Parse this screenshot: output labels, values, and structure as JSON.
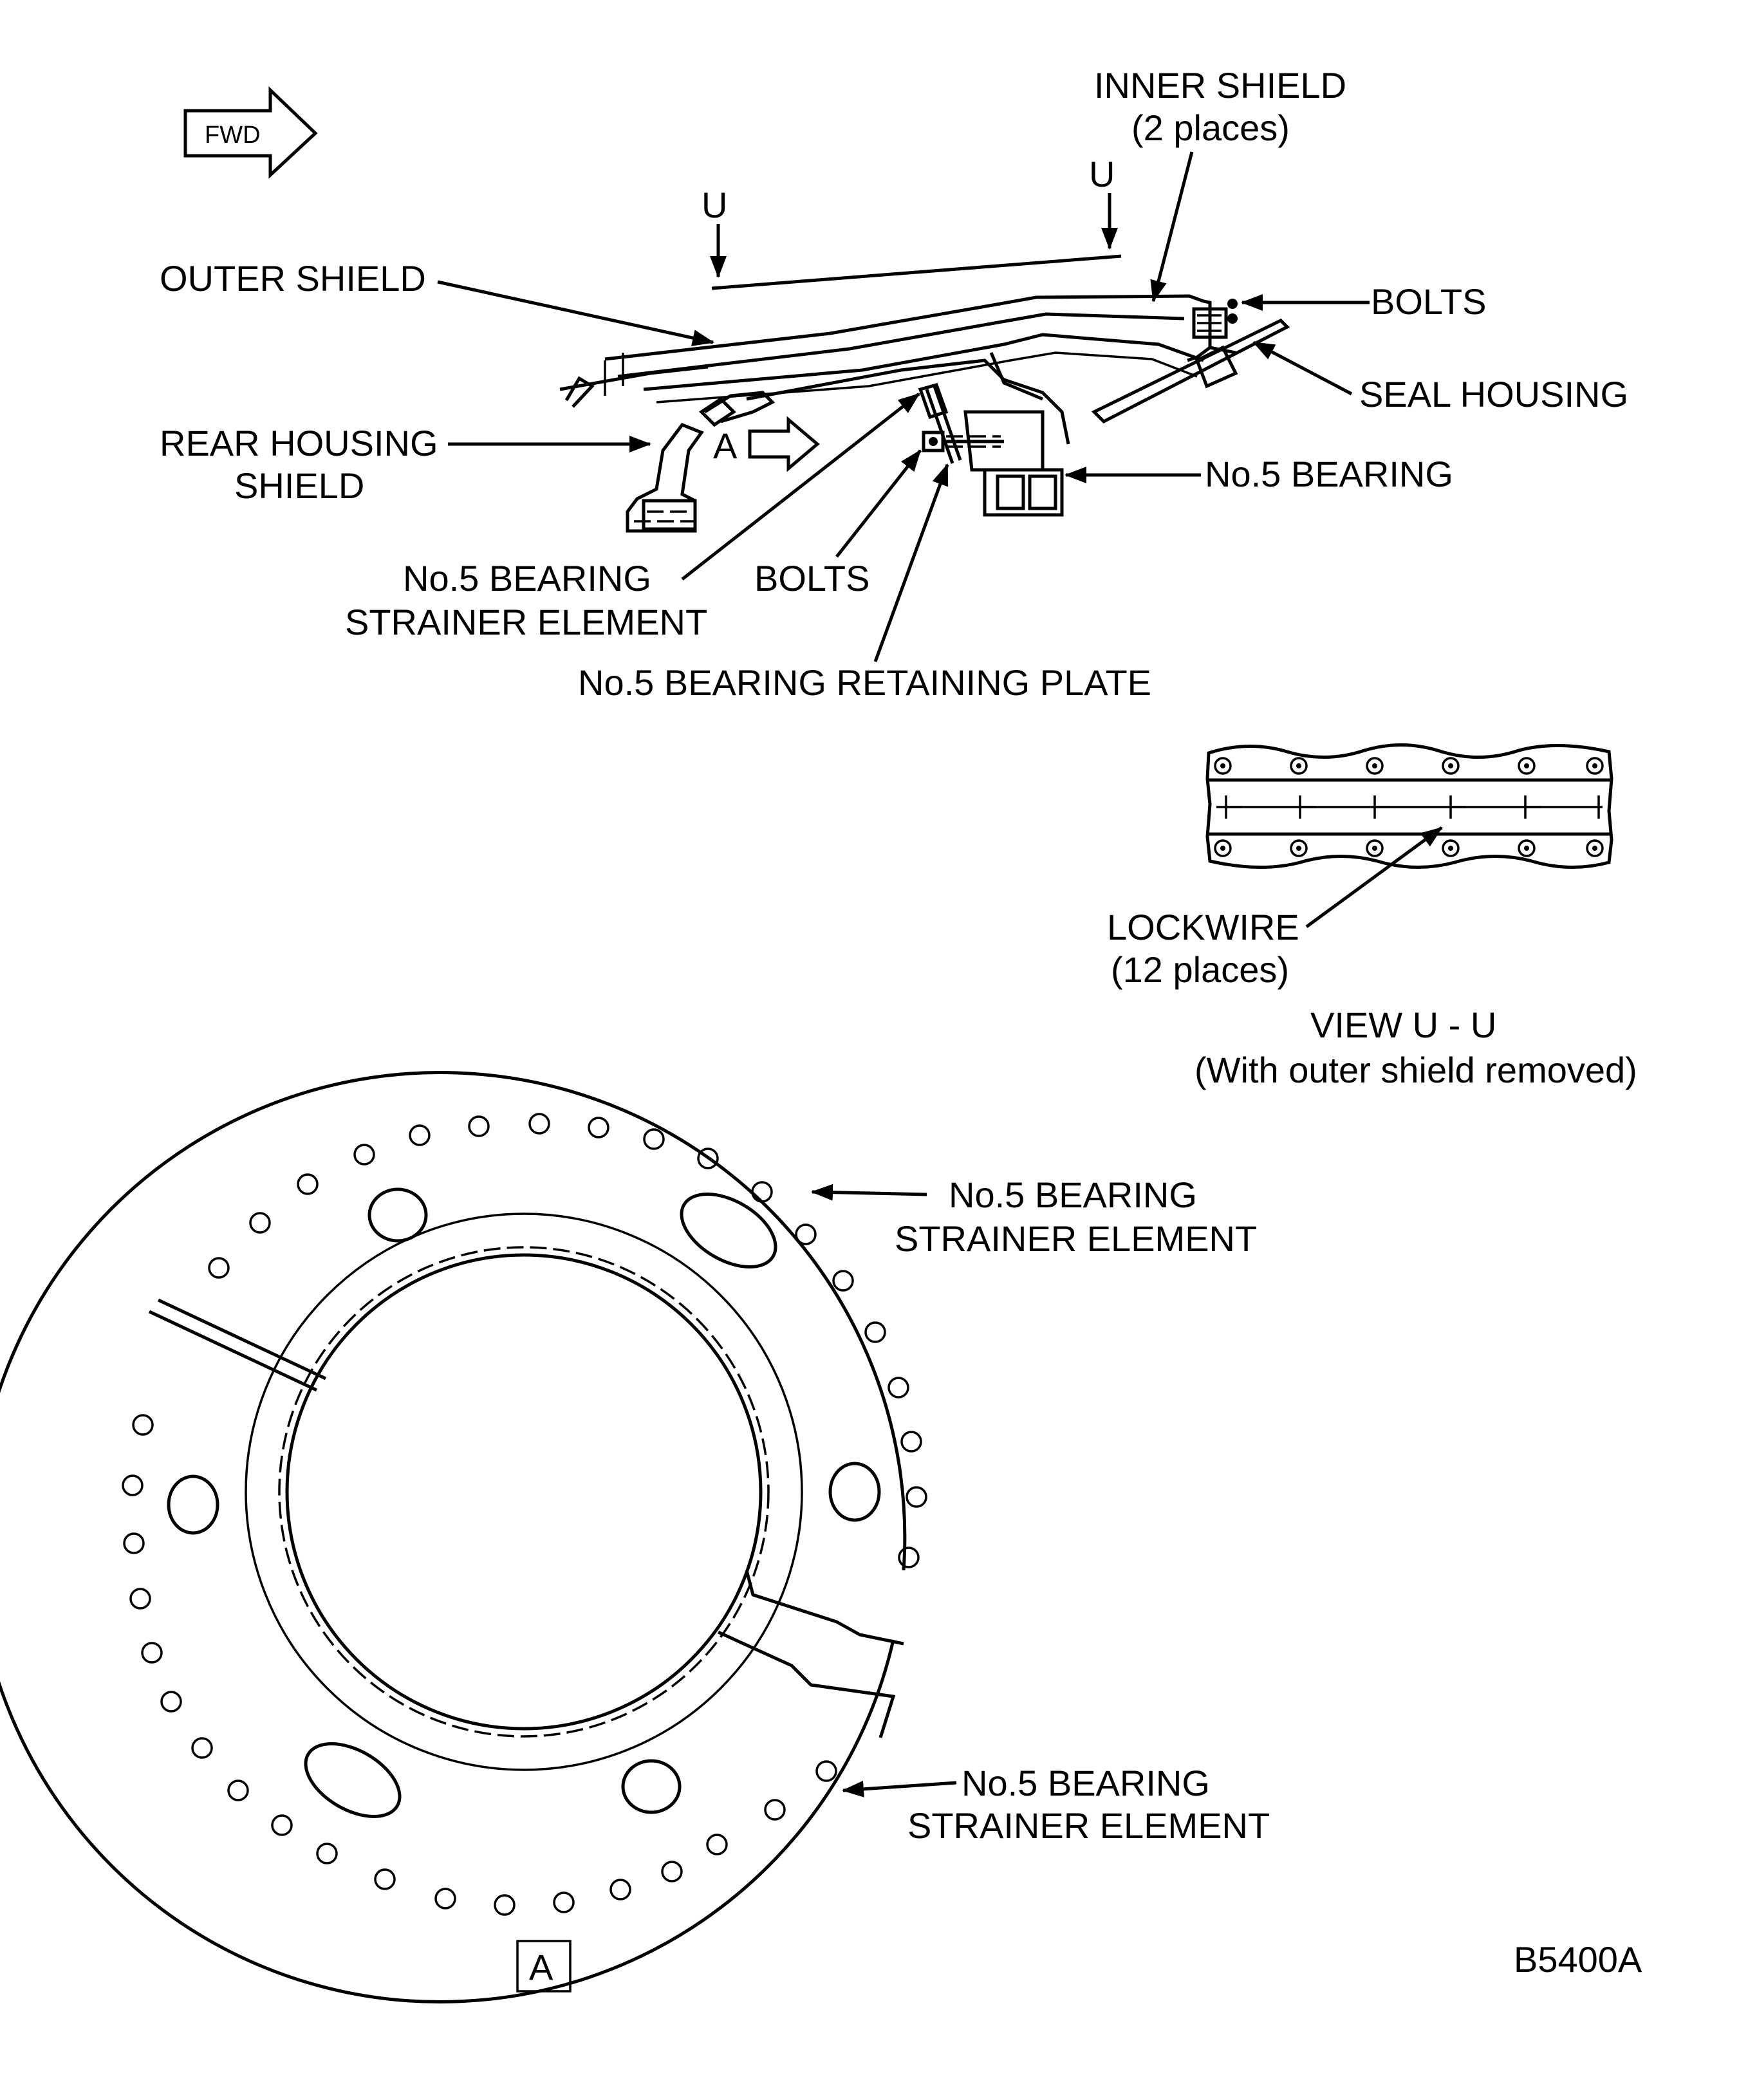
{
  "fwd_arrow_label": "FWD",
  "section_marker_letter": "U",
  "labels": {
    "inner_shield_1": "INNER SHIELD",
    "inner_shield_2": "(2 places)",
    "outer_shield": "OUTER SHIELD",
    "bolts_top": "BOLTS",
    "seal_housing": "SEAL HOUSING",
    "rear_housing_1": "REAR HOUSING",
    "rear_housing_2": "SHIELD",
    "view_a_arrow": "A",
    "no5_bearing": "No.5 BEARING",
    "strainer_1": "No.5 BEARING",
    "strainer_2": "STRAINER ELEMENT",
    "bolts_lower": "BOLTS",
    "retaining_plate": "No.5 BEARING RETAINING PLATE"
  },
  "view_uu": {
    "lockwire_1": "LOCKWIRE",
    "lockwire_2": "(12 places)",
    "title": "VIEW U - U",
    "subtitle": "(With outer shield removed)"
  },
  "view_a": {
    "strainer_upper_1": "No.5 BEARING",
    "strainer_upper_2": "STRAINER ELEMENT",
    "strainer_lower_1": "No.5 BEARING",
    "strainer_lower_2": "STRAINER ELEMENT",
    "view_label": "A"
  },
  "figure_id": "B5400A"
}
